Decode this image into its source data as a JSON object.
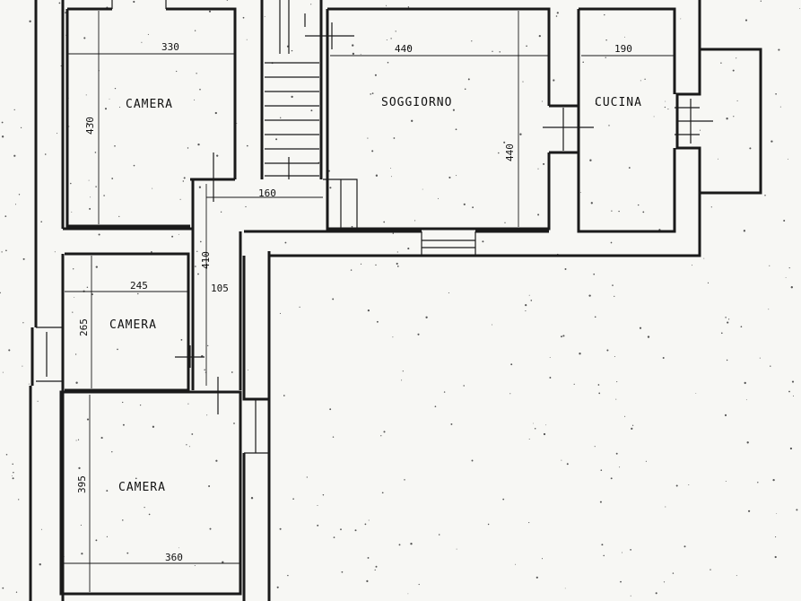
{
  "rooms": {
    "camera_1": {
      "label": "CAMERA",
      "width_dim": "330",
      "height_dim": "430"
    },
    "soggiorno": {
      "label": "SOGGIORNO",
      "width_dim": "440",
      "height_dim": "440"
    },
    "cucina": {
      "label": "CUCINA",
      "width_dim": "190"
    },
    "camera_2": {
      "label": "CAMERA",
      "width_dim": "245",
      "height_dim": "265"
    },
    "corridor": {
      "width_dim_top": "160",
      "height_dim": "410",
      "width_dim_side": "105"
    },
    "camera_3": {
      "label": "CAMERA",
      "width_dim": "360",
      "height_dim": "395"
    }
  },
  "colors": {
    "ink": "#1a1a1a",
    "paper": "#f7f7f4"
  }
}
